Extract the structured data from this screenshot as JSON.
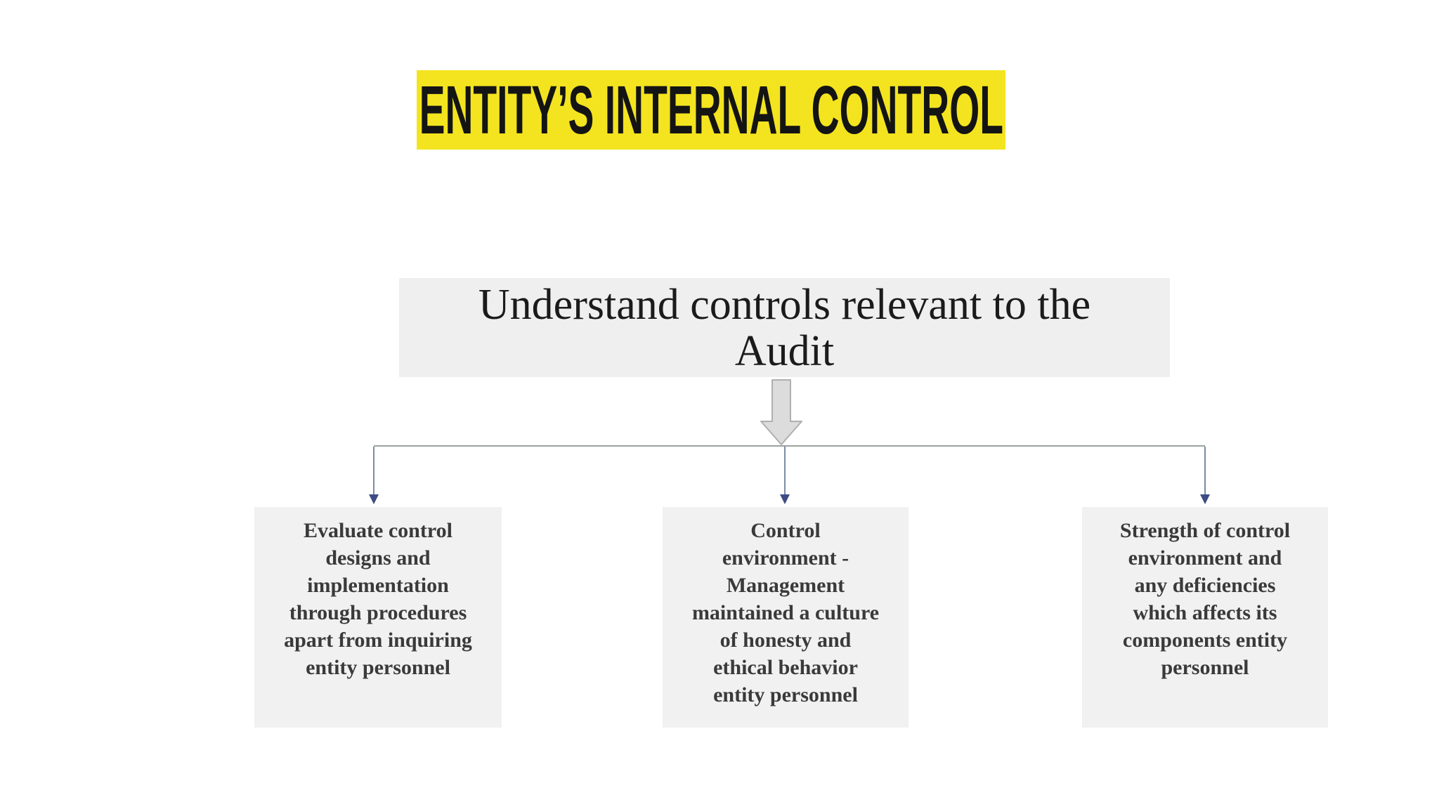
{
  "title": {
    "text": "ENTITY’S INTERNAL CONTROL"
  },
  "flowchart": {
    "root_text": "Understand controls relevant to the\nAudit",
    "children": [
      {
        "text": "Evaluate control\ndesigns and\nimplementation\nthrough procedures\napart from inquiring\nentity personnel"
      },
      {
        "text": "Control\nenvironment -\nManagement\nmaintained a culture\nof honesty and\nethical behavior\nentity personnel"
      },
      {
        "text": "Strength of control\nenvironment and\nany deficiencies\nwhich affects its\ncomponents entity\npersonnel"
      }
    ]
  },
  "colors": {
    "page_bg": "#FFFFFF",
    "highlight_yellow": "#F3E41F",
    "title_text": "#141414",
    "root_box_bg": "#EFEFEF",
    "root_text": "#1B1B1B",
    "box_bg": "#F1F1F1",
    "child_text": "#3A3A3A",
    "hline": "#9BA49D",
    "vline": "#7A8CA8",
    "arrowhead": "#3E4B85",
    "block_arrow_fill": "#DCDCDC",
    "block_arrow_stroke": "#AFAFAF"
  }
}
